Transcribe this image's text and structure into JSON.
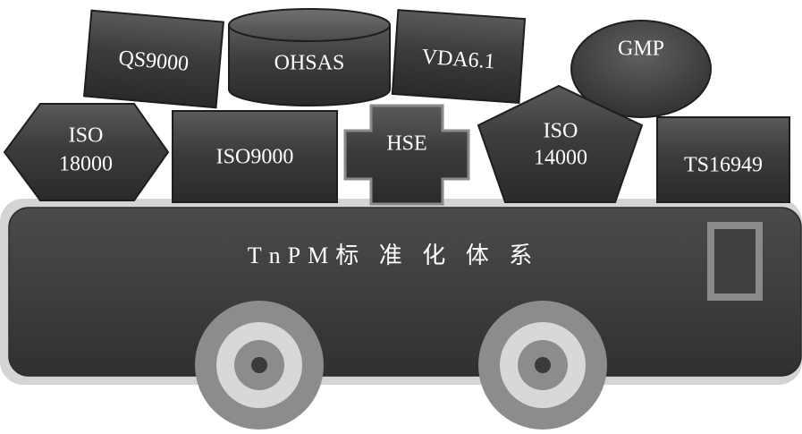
{
  "bus": {
    "title": "TnPM标 准 化 体 系"
  },
  "standards": {
    "qs9000": "QS9000",
    "ohsas": "OHSAS",
    "vda": "VDA6.1",
    "gmp": "GMP",
    "iso18000_line1": "ISO",
    "iso18000_line2": "18000",
    "iso9000": "ISO9000",
    "hse": "HSE",
    "iso14000_line1": "ISO",
    "iso14000_line2": "14000",
    "ts16949": "TS16949"
  }
}
